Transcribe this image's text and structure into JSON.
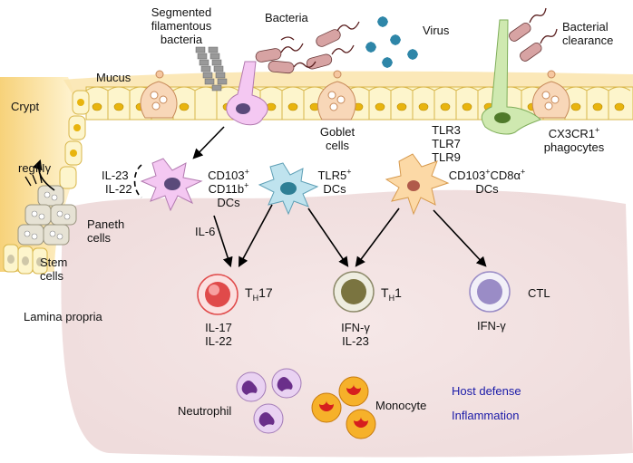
{
  "labels": {
    "sfb_1": "Segmented",
    "sfb_2": "filamentous",
    "sfb_3": "bacteria",
    "bacteria": "Bacteria",
    "virus": "Virus",
    "clearance_1": "Bacterial",
    "clearance_2": "clearance",
    "mucus": "Mucus",
    "crypt": "Crypt",
    "goblet_1": "Goblet",
    "goblet_2": "cells",
    "tlr3": "TLR3",
    "tlr7": "TLR7",
    "tlr9": "TLR9",
    "cx3cr1": "CX3CR1",
    "cx3cr1_sup": "+",
    "phagocytes": "phagocytes",
    "regiii": "regIIIγ",
    "il23_left": "IL-23",
    "il22_left": "IL-22",
    "cd103": "CD103",
    "cd103_sup": "+",
    "cd11b": "CD11b",
    "cd11b_sup": "+",
    "dcs_1": "DCs",
    "tlr5": "TLR5",
    "tlr5_sup": "+",
    "dcs_2": "DCs",
    "cd103cd8_a": "CD103",
    "cd103cd8_sup1": "+",
    "cd103cd8_b": "CD8α",
    "cd103cd8_sup2": "+",
    "dcs_3": "DCs",
    "paneth_1": "Paneth",
    "paneth_2": "cells",
    "stem_1": "Stem",
    "stem_2": "cells",
    "il6": "IL-6",
    "th17_t": "T",
    "th17_sub": "H",
    "th17_n": "17",
    "th1_t": "T",
    "th1_sub": "H",
    "th1_n": "1",
    "ctl": "CTL",
    "lamina": "Lamina propria",
    "il17": "IL-17",
    "il22": "IL-22",
    "ifng_1": "IFN-γ",
    "il23": "IL-23",
    "ifng_2": "IFN-γ",
    "neutrophil": "Neutrophil",
    "monocyte": "Monocyte",
    "host_defense": "Host defense",
    "inflammation": "Inflammation"
  },
  "colors": {
    "lamina_bg": "#f3e4e4",
    "epithelium": "#fdf5cc",
    "nucleus": "#e8b40e",
    "mucus": "#fbe6b0",
    "dc_pink": "#f4c8f2",
    "dc_blue": "#bfe3ee",
    "dc_orange": "#fcd9a6",
    "th17": "#e04a4a",
    "th1": "#7a7440",
    "ctl": "#9a8cc6",
    "neutrophil": "#6a2f8a",
    "monocyte": "#d61e1e",
    "virus": "#2e86a8",
    "label_blue": "#1a1aa8"
  },
  "icons": [
    "segmented-filamentous-bacteria-icon",
    "bacteria-icon",
    "virus-icon",
    "dendritic-cell-icon",
    "t-cell-icon",
    "neutrophil-icon",
    "monocyte-icon",
    "goblet-cell-icon",
    "paneth-cell-icon",
    "phagocyte-icon"
  ]
}
